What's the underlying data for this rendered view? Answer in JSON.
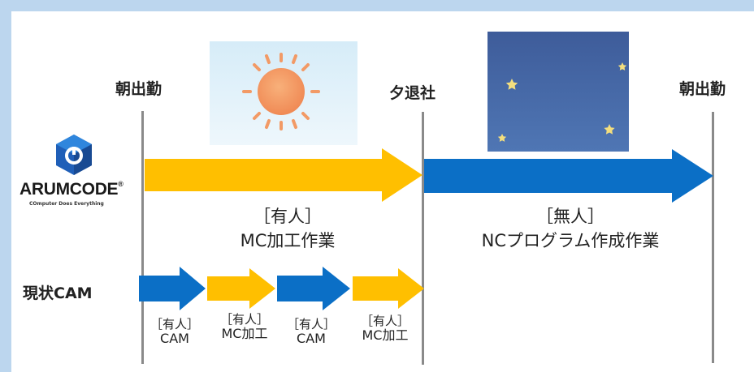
{
  "timeline": {
    "morning_start": "朝出勤",
    "evening": "夕退社",
    "morning_end": "朝出勤"
  },
  "logo": {
    "name": "ARUMCODE",
    "registered": "®",
    "tagline": "COmputer Does Everything"
  },
  "phases": {
    "manned": {
      "tag": "［有人］",
      "desc": "MC加工作業"
    },
    "unmanned": {
      "tag": "［無人］",
      "desc": "NCプログラム作成作業"
    }
  },
  "current_cam": {
    "label": "現状CAM",
    "steps": [
      {
        "tag": "［有人］",
        "desc": "CAM"
      },
      {
        "tag": "［有人］",
        "desc": "MC加工"
      },
      {
        "tag": "［有人］",
        "desc": "CAM"
      },
      {
        "tag": "［有人］",
        "desc": "MC加工"
      }
    ]
  },
  "colors": {
    "manned_arrow": "#ffbf00",
    "unmanned_arrow": "#0b6fc6",
    "timeline_line": "#8a8a8a",
    "sky_day": "#d9edf8",
    "sky_night": "#3f5e9c",
    "moon": "#f3de7e",
    "sun": "#f4935f"
  },
  "icons": {
    "sun": "sun-icon",
    "moon": "moon-icon",
    "logo": "arumcode-logo-icon"
  }
}
